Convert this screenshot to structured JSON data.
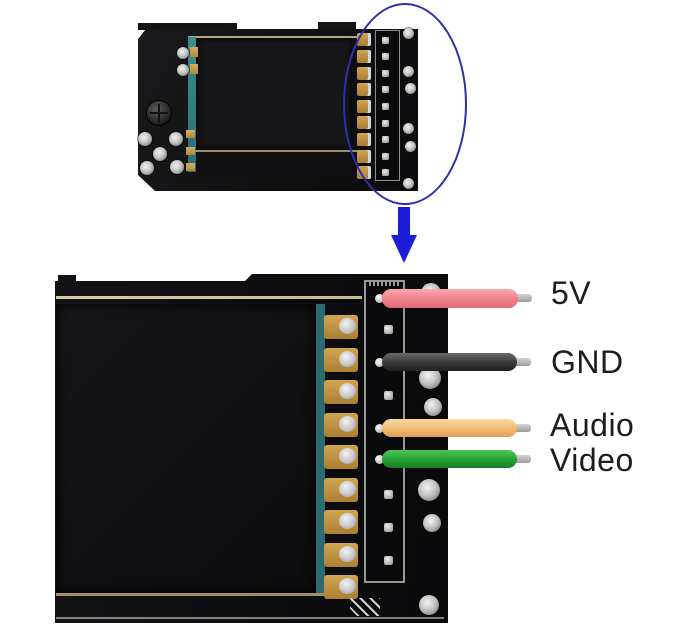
{
  "image_type": "product wiring diagram photo",
  "background_color": "#ffffff",
  "overview_photo": {
    "description": "small top view of black PCB module with dark LCD shield",
    "pin_header": {
      "pin_count": 9
    },
    "highlight": {
      "shape": "ellipse",
      "color": "#2e2ea8",
      "target": "right-side pin header column"
    },
    "arrow": {
      "direction": "down",
      "color": "#1d1dd8"
    }
  },
  "closeup_photo": {
    "description": "zoomed view of the pin-header edge of the PCB",
    "board_color": "#0d0d0f",
    "pin_header": {
      "pin_count": 9,
      "gold_pad_count": 9,
      "outline_color": "#989898"
    }
  },
  "wiring": {
    "label_text_color": "#1d1d1d",
    "wires": [
      {
        "name": "5V",
        "wire_color": "#f1868f",
        "tip_color": "#b9b9b9"
      },
      {
        "name": "GND",
        "wire_color": "#3d3d3d",
        "tip_color": "#b9b9b9"
      },
      {
        "name": "Audio",
        "wire_color": "#f3bf75",
        "tip_color": "#b9b9b9"
      },
      {
        "name": "Video",
        "wire_color": "#28a436",
        "tip_color": "#b9b9b9"
      }
    ]
  }
}
